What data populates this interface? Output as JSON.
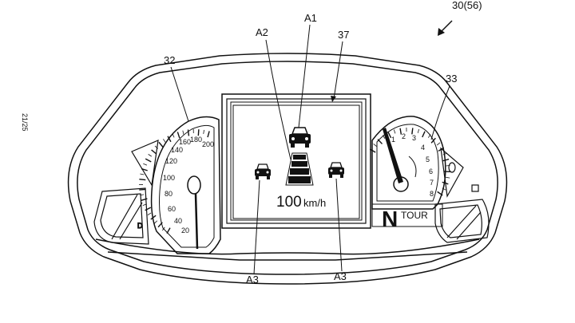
{
  "figure": {
    "figure_number": "30(56)",
    "page_marker": "21/25",
    "labels": {
      "a1": "A1",
      "a2": "A2",
      "a3_left": "A3",
      "a3_right": "A3",
      "ref_32": "32",
      "ref_33": "33",
      "ref_37": "37"
    },
    "display": {
      "speed_value": "100",
      "speed_unit": "km/h"
    },
    "speedometer": {
      "ticks": [
        "200",
        "180",
        "160",
        "140",
        "120",
        "100",
        "80",
        "60",
        "40",
        "20"
      ]
    },
    "tachometer": {
      "ticks": [
        "1",
        "2",
        "3",
        "4",
        "5",
        "6",
        "7",
        "8"
      ]
    },
    "gear": {
      "indicator": "N",
      "mode": "TOUR"
    },
    "icons": {
      "lead_vehicle": "car-front-icon",
      "left_vehicle": "car-front-icon",
      "right_vehicle": "car-front-icon",
      "lane_path": "lane-path-icon",
      "direction_arrow": "arrow-icon"
    }
  }
}
